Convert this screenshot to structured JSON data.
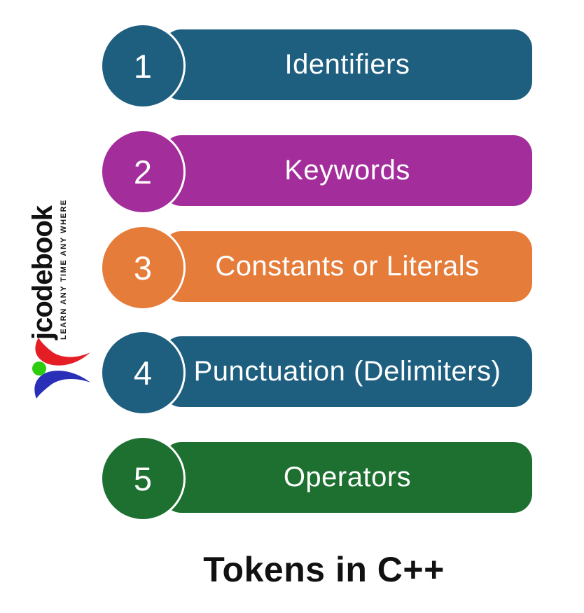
{
  "page": {
    "title": "Tokens in C++",
    "background": "#ffffff"
  },
  "logo": {
    "brand": "jcodebook",
    "tagline": "LEARN ANY TIME ANY WHERE",
    "text_color": "#111111",
    "mark_colors": {
      "red": "#e51e25",
      "blue": "#2a2fb8",
      "green": "#2ecc0e"
    }
  },
  "items": [
    {
      "number": "1",
      "label": "Identifiers",
      "color": "#1e5f80"
    },
    {
      "number": "2",
      "label": "Keywords",
      "color": "#a32d9b"
    },
    {
      "number": "3",
      "label": "Constants or Literals",
      "color": "#e57c3a"
    },
    {
      "number": "4",
      "label": "Punctuation (Delimiters)",
      "color": "#1e5f80"
    },
    {
      "number": "5",
      "label": "Operators",
      "color": "#1d7030"
    }
  ]
}
